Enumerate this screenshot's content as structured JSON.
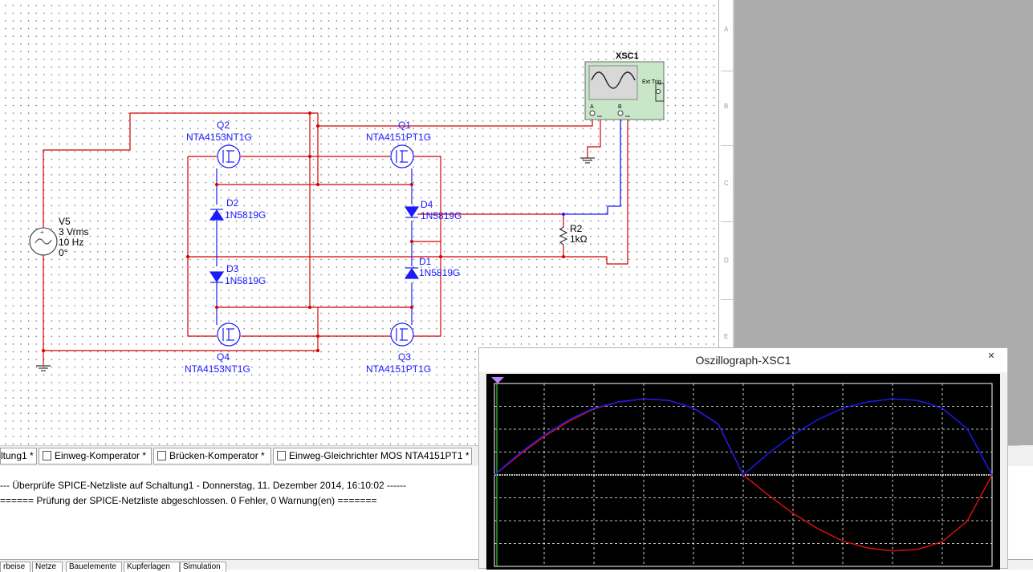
{
  "schematic": {
    "source": {
      "name": "V5",
      "voltage": "3 Vrms",
      "frequency": "10 Hz",
      "phase": "0°"
    },
    "mosfets": [
      {
        "ref": "Q2",
        "part": "NTA4153NT1G"
      },
      {
        "ref": "Q1",
        "part": "NTA4151PT1G"
      },
      {
        "ref": "Q4",
        "part": "NTA4153NT1G"
      },
      {
        "ref": "Q3",
        "part": "NTA4151PT1G"
      }
    ],
    "diodes": [
      {
        "ref": "D2",
        "part": "1N5819G"
      },
      {
        "ref": "D3",
        "part": "1N5819G"
      },
      {
        "ref": "D4",
        "part": "1N5819G"
      },
      {
        "ref": "D1",
        "part": "1N5819G"
      }
    ],
    "resistor": {
      "ref": "R2",
      "value": "1kΩ"
    },
    "scope": {
      "ref": "XSC1",
      "ext_trig": "Ext Trig",
      "pin_a": "A",
      "pin_b": "B"
    },
    "ruler_letters": [
      "A",
      "B",
      "C",
      "D",
      "E"
    ]
  },
  "tabs": [
    {
      "label": "ltung1 *",
      "active": true
    },
    {
      "label": "Einweg-Komperator *"
    },
    {
      "label": "Brücken-Komperator *"
    },
    {
      "label": "Einweg-Gleichrichter MOS NTA4151PT1 *"
    }
  ],
  "log": [
    "--- Überprüfe SPICE-Netzliste auf Schaltung1 - Donnerstag, 11. Dezember 2014, 16:10:02 ------",
    "====== Prüfung der SPICE-Netzliste abgeschlossen. 0 Fehler, 0 Warnung(en) ======="
  ],
  "bottom_tabs": [
    "rbeise",
    "Netze",
    "Bauelemente",
    "Kupferlagen",
    "Simulation"
  ],
  "oscilloscope": {
    "title": "Oszillograph-XSC1",
    "close_icon": "close-icon",
    "colors": {
      "channel_a": "#e01010",
      "channel_b": "#1a1aff",
      "grid": "#ffffff",
      "trigger": "#2ecc40"
    }
  },
  "chart_data": {
    "type": "line",
    "xlim": [
      0,
      1
    ],
    "ylim": [
      -1,
      1
    ],
    "grid": true,
    "x_divisions": 10,
    "y_divisions": 8,
    "series": [
      {
        "x": [
          0,
          0.05,
          0.1,
          0.15,
          0.2,
          0.25,
          0.3,
          0.35,
          0.4,
          0.45,
          0.5,
          0.55,
          0.6,
          0.65,
          0.7,
          0.75,
          0.8,
          0.85,
          0.9,
          0.95,
          1.0
        ],
        "values": [
          0,
          0.26,
          0.5,
          0.7,
          0.86,
          0.95,
          0.99,
          0.97,
          0.87,
          0.66,
          0,
          -0.26,
          -0.5,
          -0.7,
          -0.86,
          -0.95,
          -0.99,
          -0.97,
          -0.87,
          -0.6,
          0
        ]
      },
      {
        "x": [
          0,
          0.05,
          0.1,
          0.15,
          0.2,
          0.25,
          0.3,
          0.35,
          0.4,
          0.45,
          0.5,
          0.55,
          0.6,
          0.65,
          0.7,
          0.75,
          0.8,
          0.85,
          0.9,
          0.95,
          1.0
        ],
        "values": [
          0,
          0.28,
          0.52,
          0.72,
          0.87,
          0.95,
          0.99,
          0.97,
          0.87,
          0.66,
          0,
          0.28,
          0.52,
          0.72,
          0.87,
          0.95,
          0.99,
          0.97,
          0.87,
          0.6,
          0
        ]
      }
    ]
  }
}
